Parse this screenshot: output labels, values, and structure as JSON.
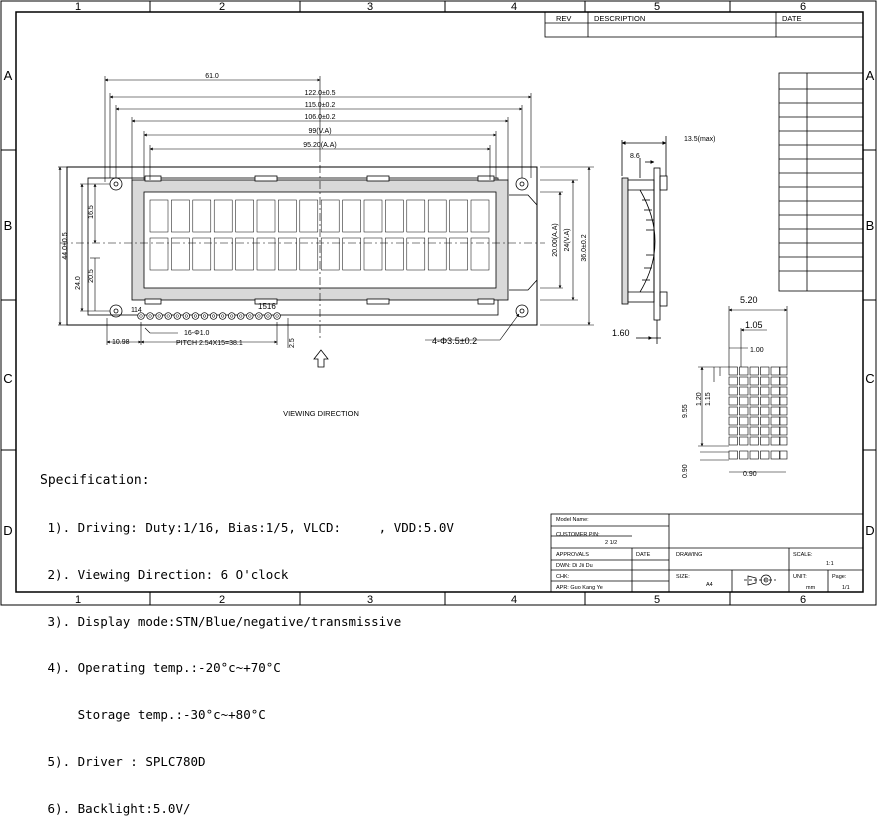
{
  "grid": {
    "columns": [
      "1",
      "2",
      "3",
      "4",
      "5",
      "6"
    ],
    "rows": [
      "A",
      "B",
      "C",
      "D"
    ]
  },
  "revision_block": {
    "rev": "REV",
    "description": "DESCRIPTION",
    "date": "DATE"
  },
  "front_view": {
    "dimensions": {
      "d610": "61.0",
      "d1220": "122.0±0.5",
      "d1150": "115.0±0.2",
      "d1060": "106.0±0.2",
      "d99": "99(V.A)",
      "d952": "95.20(A.A)",
      "d440": "44.0±0.5",
      "d165": "16.5",
      "d240": "24.0",
      "d205": "20.5",
      "d200": "20.00(A.A)",
      "d24": "24(V.A)",
      "d360": "36.0±0.2",
      "pin1": "1",
      "pin14": "14",
      "pin1516": "1516",
      "d1098": "10.98",
      "pins_dia": "16-Φ1.0",
      "pitch": "PITCH 2.54X15=38.1",
      "d25": "2.5",
      "holes": "4-Φ3.5±0.2"
    },
    "viewing_direction": "VIEWING DIRECTION"
  },
  "side_view": {
    "d135": "13.5(max)",
    "d86": "8.6",
    "d160": "1.60"
  },
  "dot_detail": {
    "d520": "5.20",
    "d105": "1.05",
    "d100": "1.00",
    "d955": "9.55",
    "d120": "1.20",
    "d115": "1.15",
    "d090v": "0.90",
    "d090h": "0.90"
  },
  "specification": {
    "title": "Specification:",
    "lines": [
      " 1). Driving: Duty:1/16, Bias:1/5, VLCD:     , VDD:5.0V",
      " 2). Viewing Direction: 6 O'clock",
      " 3). Display mode:STN/Blue/negative/transmissive",
      " 4). Operating temp.:-20°c~+70°C",
      "     Storage temp.:-30°c~+80°C",
      " 5). Driver : SPLC780D",
      " 6). Backlight:5.0V/"
    ]
  },
  "title_block": {
    "model_label": "Model Name:",
    "customer_label": "CUSTOMER P/N:",
    "customer_value": "2  1/2",
    "approvals": "APPROVALS",
    "date": "DATE",
    "drawn": "DWN: Di Jii Du",
    "chk": "CHK:",
    "apr": "APR: Guo Kang Ye",
    "drawing": "DRAWING",
    "scale_label": "SCALE:",
    "scale_value": "1:1",
    "size_label": "SIZE:",
    "size_value": "A4",
    "unit_label": "UNIT:",
    "unit_value": "mm",
    "page_label": "Page:",
    "page_value": "1/1"
  },
  "colors": {
    "line": "#000000",
    "bezel": "#d9d9d9"
  }
}
